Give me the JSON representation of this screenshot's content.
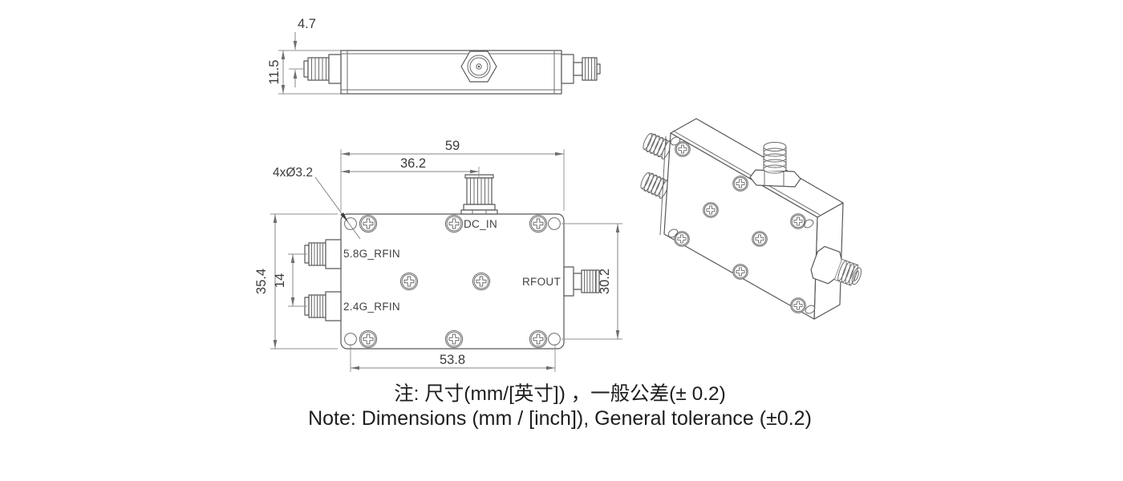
{
  "drawing": {
    "type": "mechanical-drawing",
    "subject": "RF diplexer module, 3 views (top profile, front, isometric)"
  },
  "top_view": {
    "dim_connector_offset": "4.7",
    "dim_body_thickness": "11.5"
  },
  "front_view": {
    "dim_overall_width": "59",
    "dim_dcin_offset": "36.2",
    "hole_callout": "4xØ3.2",
    "dim_overall_height": "35.4",
    "dim_rfin_spacing": "14",
    "dim_hole_spacing_v": "30.2",
    "dim_hole_spacing_h": "53.8",
    "port_rfin_58": "5.8G_RFIN",
    "port_rfin_24": "2.4G_RFIN",
    "port_dcin": "DC_IN",
    "port_rfout": "RFOUT"
  },
  "note": {
    "line_zh": "注: 尺寸(mm/[英寸]) ，一般公差(± 0.2)",
    "line_en": "Note: Dimensions (mm / [inch]), General tolerance (±0.2)"
  },
  "colors": {
    "background": "#ffffff",
    "object_line": "#58585a",
    "dimension_line": "#85858a",
    "dimension_text": "#3b3b3d",
    "note_text": "#1e1e1e"
  }
}
